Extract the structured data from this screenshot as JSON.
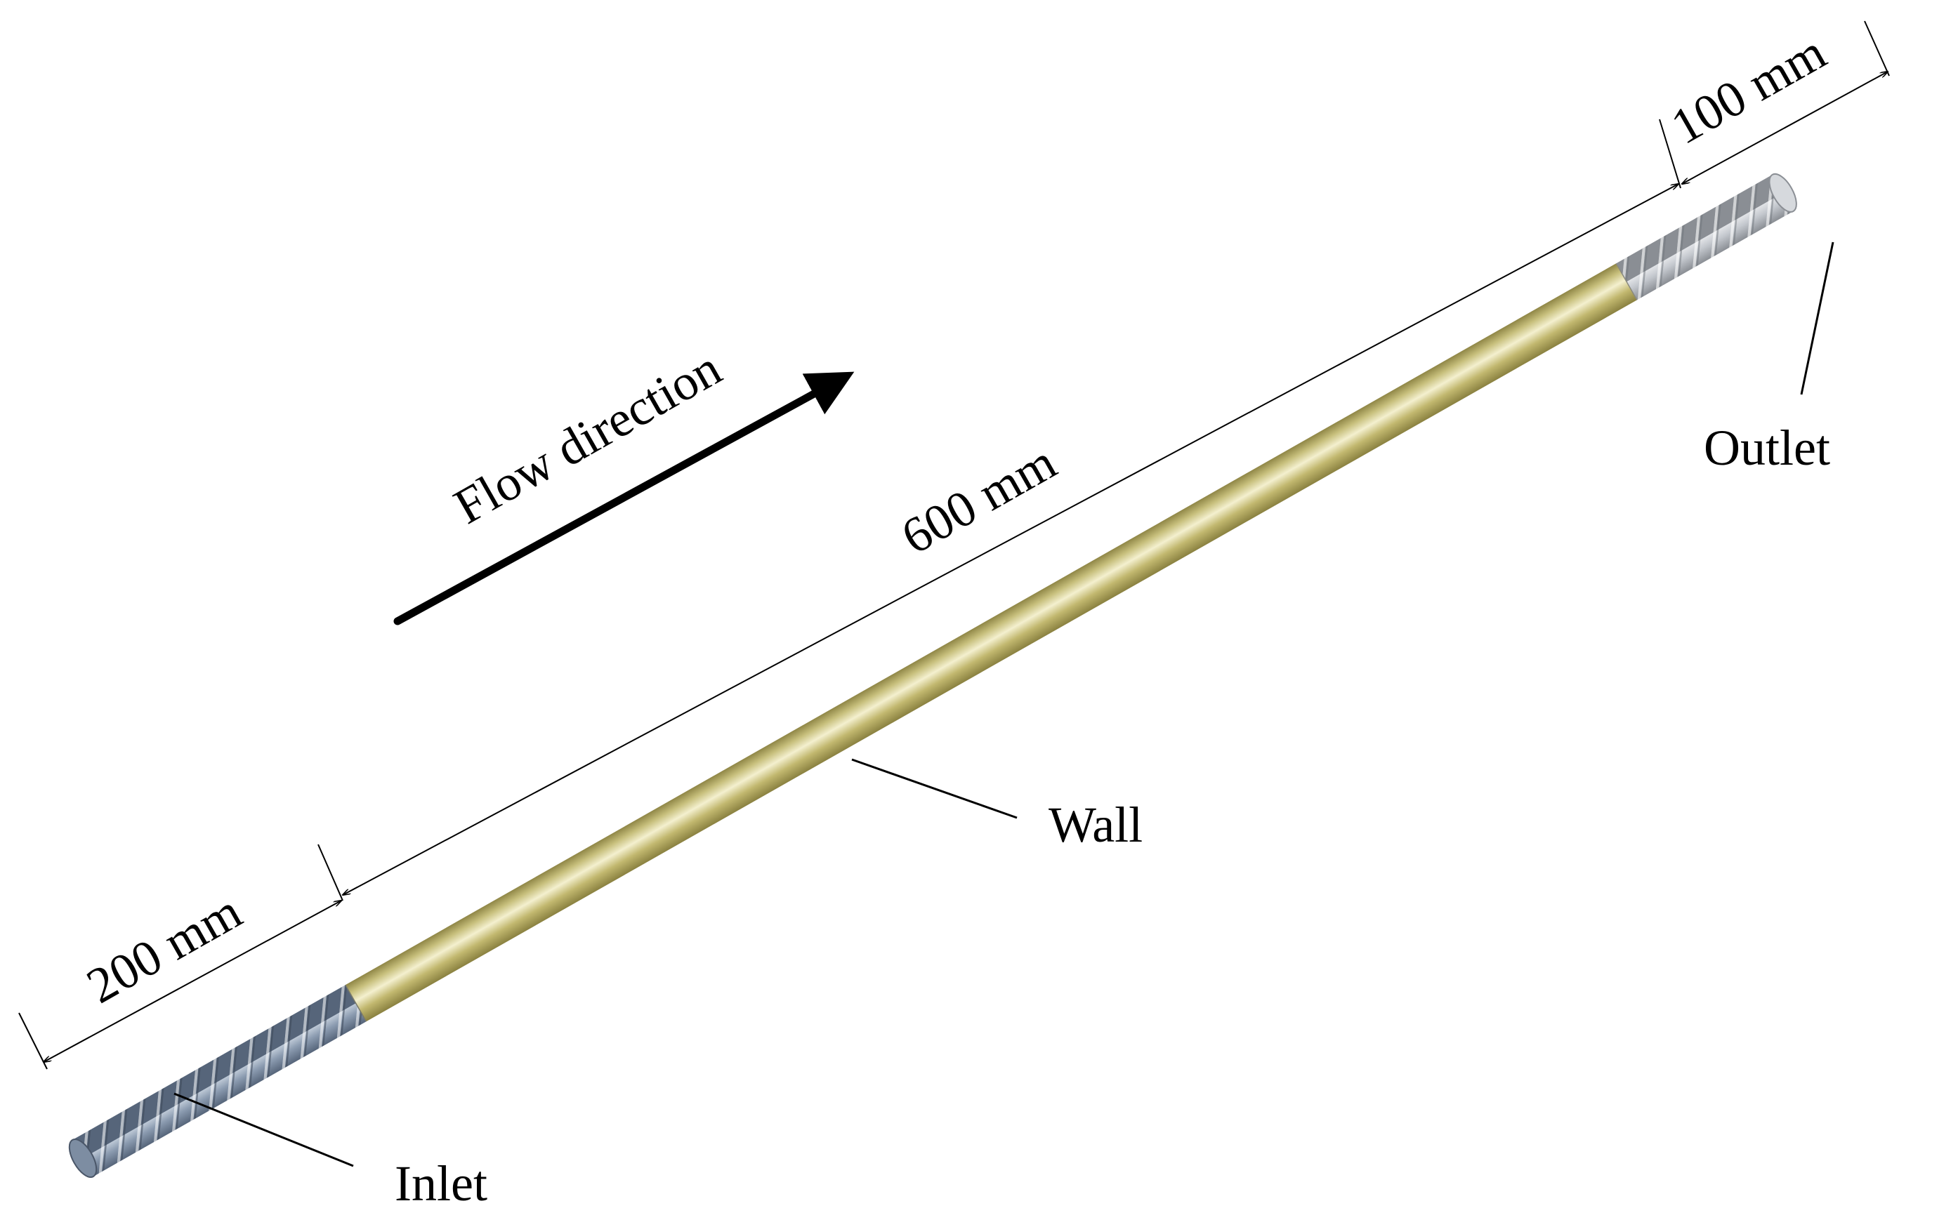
{
  "diagram": {
    "labels": {
      "flow_direction": "Flow direction",
      "dim_inlet": "200 mm",
      "dim_wall": "600 mm",
      "dim_outlet": "100 mm",
      "inlet": "Inlet",
      "wall": "Wall",
      "outlet": "Outlet"
    },
    "sections": [
      {
        "name": "Inlet",
        "length": 200,
        "unit": "mm"
      },
      {
        "name": "Wall",
        "length": 600,
        "unit": "mm"
      },
      {
        "name": "Outlet",
        "length": 100,
        "unit": "mm"
      }
    ],
    "colors": {
      "wall": "#c9c078",
      "inlet": "#9fb0c4",
      "outlet": "#c4c8cc",
      "lines": "#000000"
    }
  }
}
